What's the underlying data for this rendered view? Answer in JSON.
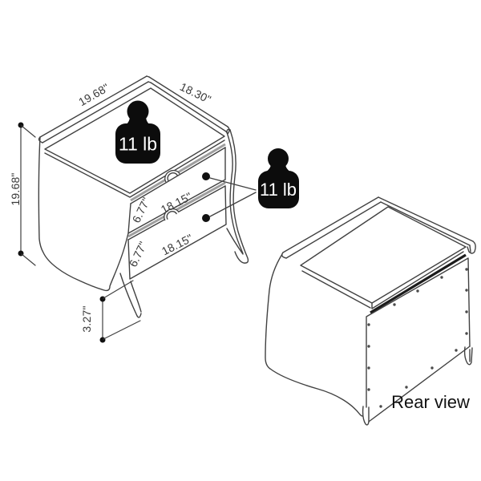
{
  "front_view": {
    "dim_top_depth": "19.68\"",
    "dim_top_width": "18.30\"",
    "dim_side_height": "19.68\"",
    "dim_leg_height": "3.27\"",
    "drawers": [
      {
        "height": "6.77\"",
        "width": "18.15\""
      },
      {
        "height": "6.77\"",
        "width": "18.15\""
      }
    ],
    "weight_top_label": "11 lb",
    "weight_drawers_label": "11 lb"
  },
  "rear_view": {
    "label": "Rear view"
  },
  "colors": {
    "line": "#414141",
    "drawer_rail": "#9e9e9e",
    "shadow_band": "#1b1b1b",
    "weight_fill": "#0c0c0c",
    "dimension_text": "#3a3a3a",
    "background": "#ffffff"
  }
}
